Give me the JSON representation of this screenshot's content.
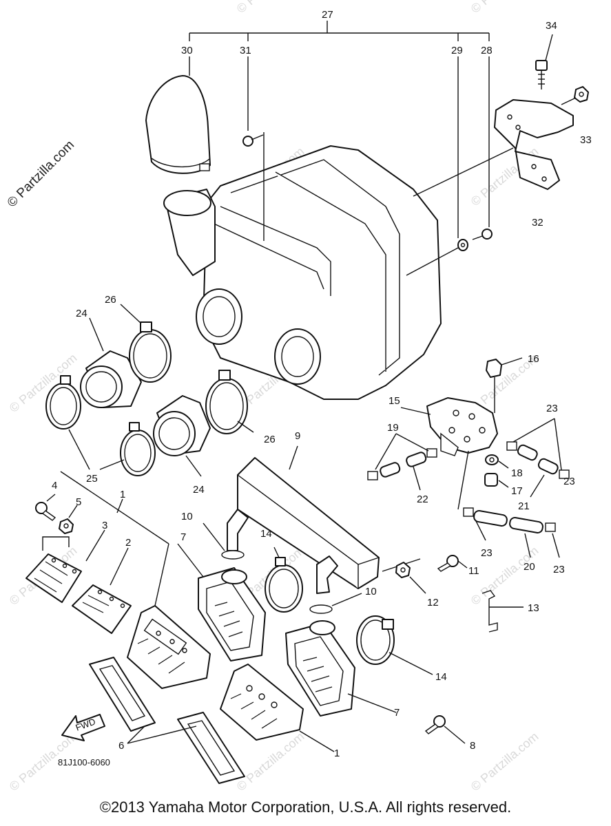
{
  "labels": {
    "l1a": "1",
    "l1b": "1",
    "l2": "2",
    "l3": "3",
    "l4": "4",
    "l5": "5",
    "l6": "6",
    "l7a": "7",
    "l7b": "7",
    "l8": "8",
    "l9": "9",
    "l10a": "10",
    "l10b": "10",
    "l11": "11",
    "l12": "12",
    "l13": "13",
    "l14a": "14",
    "l14b": "14",
    "l15": "15",
    "l16": "16",
    "l17": "17",
    "l18": "18",
    "l19": "19",
    "l20": "20",
    "l21": "21",
    "l22": "22",
    "l23a": "23",
    "l23b": "23",
    "l23c": "23",
    "l23d": "23",
    "l24a": "24",
    "l24b": "24",
    "l25": "25",
    "l26a": "26",
    "l26b": "26",
    "l27": "27",
    "l28": "28",
    "l29": "29",
    "l30": "30",
    "l31": "31",
    "l32": "32",
    "l33": "33",
    "l34": "34"
  },
  "diagram_code": "81J100-6060",
  "fwd_label": "FWD",
  "watermark_side": "© Partzilla.com",
  "watermark_tile": "© Partzilla.com",
  "copyright": "©2013 Yamaha Motor Corporation, U.S.A. All rights reserved."
}
